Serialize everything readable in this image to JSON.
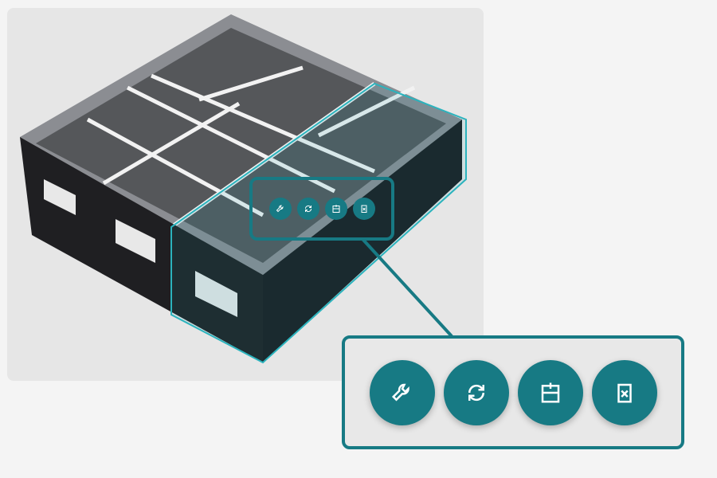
{
  "colors": {
    "accent": "#177a84",
    "wall": "#1f1f22",
    "floor": "#5f6063",
    "background": "#f4f4f4"
  },
  "toolbar": {
    "buttons": [
      {
        "icon": "wrench-icon",
        "action": "configure"
      },
      {
        "icon": "rotate-icon",
        "action": "rotate"
      },
      {
        "icon": "add-module-icon",
        "action": "add"
      },
      {
        "icon": "delete-icon",
        "action": "delete"
      }
    ]
  }
}
